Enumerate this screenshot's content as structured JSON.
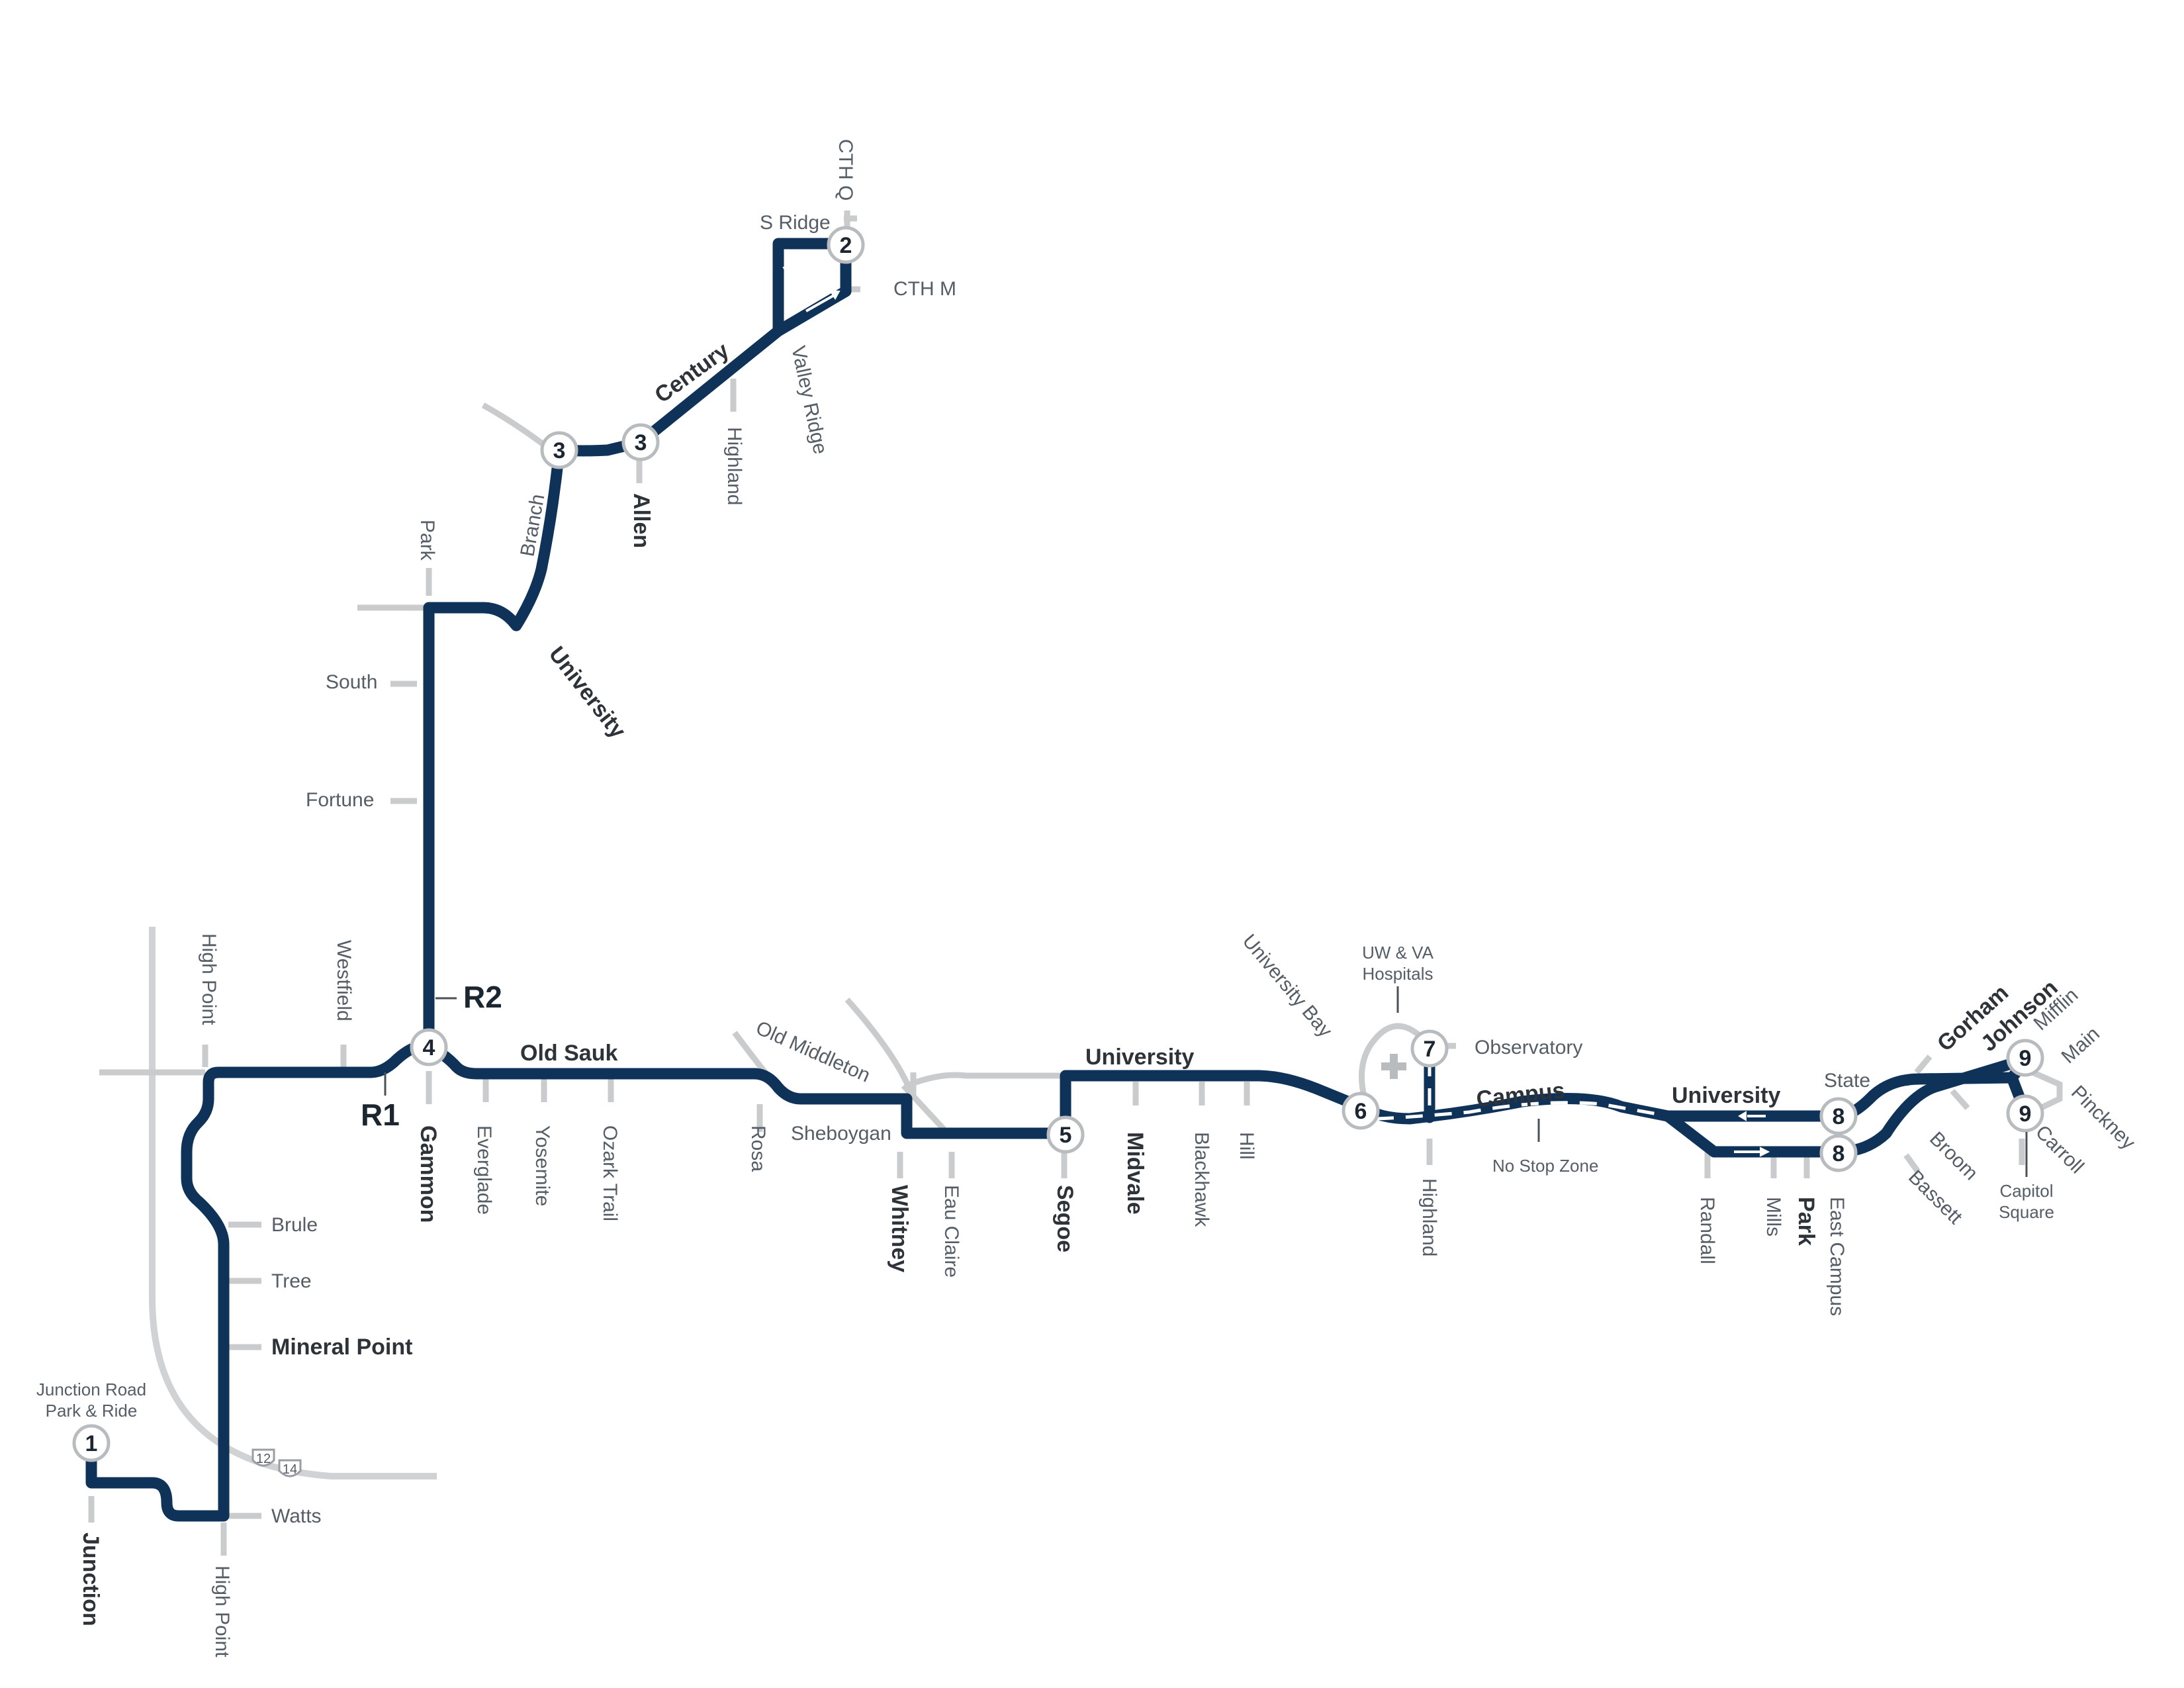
{
  "colors": {
    "route": "#0f3259",
    "street": "#c9cbcd",
    "highway": "#d0d2d4",
    "station_fill": "#ffffff",
    "station_stroke": "#b9bcbf",
    "label": "#555d66"
  },
  "route_labels": {
    "r1": "R1",
    "r2": "R2"
  },
  "stations": {
    "s1": "1",
    "s2": "2",
    "s3a": "3",
    "s3b": "3",
    "s4": "4",
    "s5": "5",
    "s6": "6",
    "s7": "7",
    "s8a": "8",
    "s8b": "8",
    "s9a": "9",
    "s9b": "9"
  },
  "station_captions": {
    "junction_park_ride_1": "Junction Road",
    "junction_park_ride_2": "Park & Ride",
    "hospitals_1": "UW & VA",
    "hospitals_2": "Hospitals",
    "capitol_1": "Capitol",
    "capitol_2": "Square"
  },
  "highway_shields": {
    "us12": "12",
    "us14": "14"
  },
  "streets": {
    "cth_q": "CTH Q",
    "s_ridge": "S Ridge",
    "cth_m": "CTH M",
    "century": "Century",
    "valley_ridge": "Valley Ridge",
    "highland_n": "Highland",
    "allen": "Allen",
    "branch": "Branch",
    "park_n": "Park",
    "university_w": "University",
    "south": "South",
    "fortune": "Fortune",
    "high_point_n": "High Point",
    "westfield": "Westfield",
    "gammon": "Gammon",
    "everglade": "Everglade",
    "yosemite": "Yosemite",
    "ozark_trail": "Ozark Trail",
    "old_sauk": "Old Sauk",
    "old_middleton": "Old Middleton",
    "rosa": "Rosa",
    "sheboygan": "Sheboygan",
    "whitney": "Whitney",
    "eau_claire": "Eau Claire",
    "segoe": "Segoe",
    "university_mid": "University",
    "midvale": "Midvale",
    "blackhawk": "Blackhawk",
    "hill": "Hill",
    "university_bay": "University Bay",
    "observatory": "Observatory",
    "campus": "Campus",
    "no_stop_zone": "No Stop Zone",
    "highland_s": "Highland",
    "university_e": "University",
    "randall": "Randall",
    "mills": "Mills",
    "park_s": "Park",
    "east_campus": "East Campus",
    "state": "State",
    "gorham": "Gorham",
    "johnson": "Johnson",
    "mifflin": "Mifflin",
    "main": "Main",
    "pinckney": "Pinckney",
    "carroll": "Carroll",
    "broom": "Broom",
    "bassett": "Bassett",
    "brule": "Brule",
    "tree": "Tree",
    "mineral_point": "Mineral Point",
    "watts": "Watts",
    "junction": "Junction",
    "high_point_s": "High Point"
  }
}
